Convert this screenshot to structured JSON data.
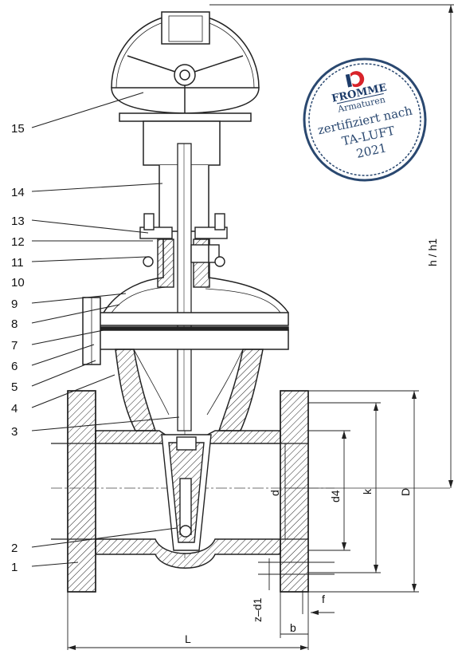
{
  "callouts": [
    "1",
    "2",
    "3",
    "4",
    "5",
    "6",
    "7",
    "8",
    "9",
    "10",
    "11",
    "12",
    "13",
    "14",
    "15"
  ],
  "dimensions": {
    "L": "L",
    "d": "d",
    "d4": "d4",
    "k": "k",
    "D": "D",
    "b": "b",
    "f": "f",
    "z_d1": "z–d1",
    "h_h1": "h / h1"
  },
  "seal": {
    "brand": "FROMME",
    "sub": "Armaturen",
    "line1": "zertifiziert nach",
    "line2": "TA-LUFT",
    "year": "2021",
    "color": "#2a4870",
    "accent": "#d8232a"
  }
}
